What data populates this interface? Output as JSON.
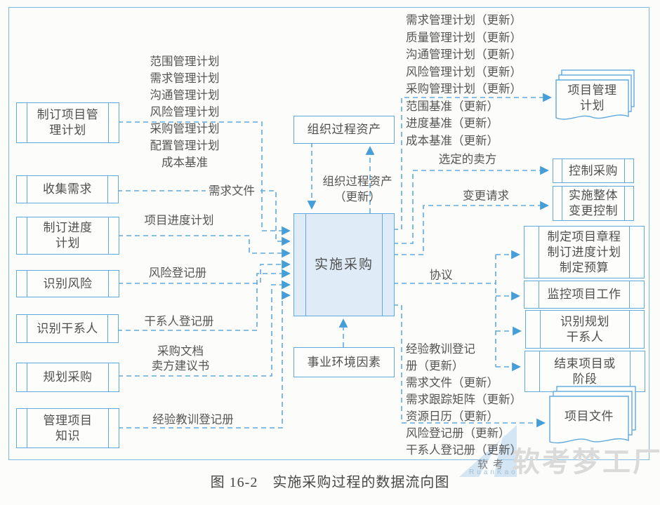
{
  "caption": "图 16-2　实施采购过程的数据流向图",
  "colors": {
    "line_blue": "#5fa9dc",
    "main_box_fill": "#dfecf7",
    "text_gray": "#4f4f4f",
    "watermark_gray": "#dadada"
  },
  "left_boxes": [
    {
      "label": "制订项目管\n理计划"
    },
    {
      "label": "收集需求"
    },
    {
      "label": "制订进度\n计划"
    },
    {
      "label": "识别风险"
    },
    {
      "label": "识别干系人"
    },
    {
      "label": "规划采购"
    },
    {
      "label": "管理项目\n知识"
    }
  ],
  "center": {
    "opa": "组织过程资产",
    "main": "实施采购",
    "eef": "事业环境因素"
  },
  "right_boxes": [
    {
      "label": "控制采购"
    },
    {
      "label": "实施整体\n变更控制"
    },
    {
      "label": "制定项目章程\n制订进度计划\n制定预算"
    },
    {
      "label": "监控项目工作"
    },
    {
      "label": "识别规划\n干系人"
    },
    {
      "label": "结束项目或\n阶段"
    }
  ],
  "docs": {
    "pm_plan": "项目管理\n计划",
    "project_documents": "项目文件"
  },
  "flow_labels": {
    "pm_plan_inputs": "范围管理计划\n需求管理计划\n沟通管理计划\n风险管理计划\n采购管理计划\n配置管理计划\n成本基准",
    "requirements_doc": "需求文件",
    "project_schedule": "项目进度计划",
    "risk_register": "风险登记册",
    "stakeholder_register": "干系人登记册",
    "procurement_docs": "采购文档\n卖方建议书",
    "lessons_learned": "经验教训登记册",
    "opa_updates": "组织过程资产\n（更新）",
    "pm_plan_updates": "需求管理计划（更新）\n质量管理计划（更新）\n沟通管理计划（更新）\n风险管理计划（更新）\n采购管理计划（更新）\n范围基准（更新）\n进度基准（更新）\n成本基准（更新）",
    "selected_sellers": "选定的卖方",
    "change_requests": "变更请求",
    "agreements": "协议",
    "project_doc_updates": "经验教训登记\n册（更新）\n需求文件（更新）\n需求跟踪矩阵（更新）\n资源日历（更新）\n风险登记册（更新）\n干系人登记册（更新）"
  },
  "watermark": {
    "logo_cn": "软考",
    "logo_en": "RuanKao",
    "brand": "软考梦工厂"
  }
}
